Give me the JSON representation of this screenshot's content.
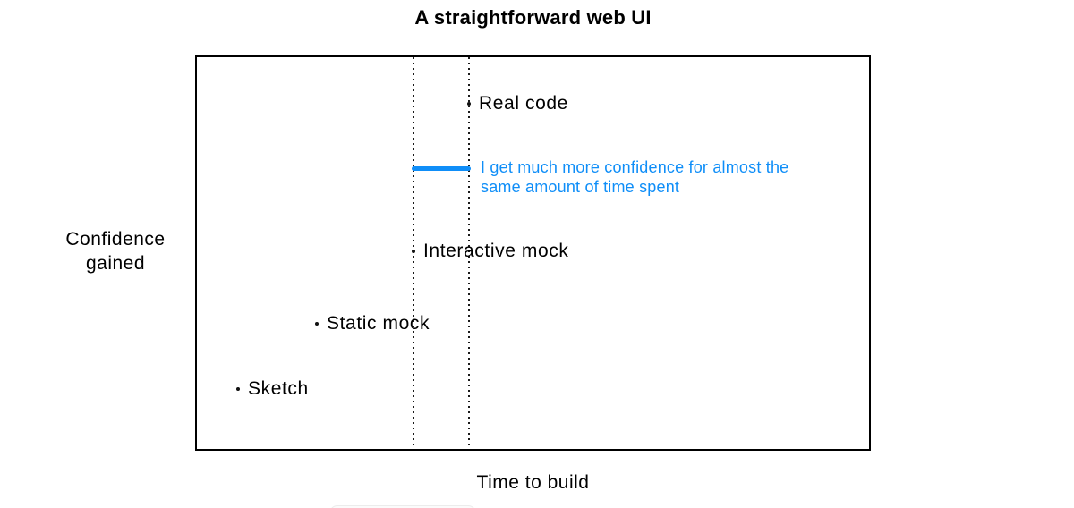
{
  "title": "A straightforward web UI",
  "axes": {
    "y_label_lines": [
      "Confidence",
      "gained"
    ],
    "x_label": "Time to build"
  },
  "annotation": {
    "lines": [
      "I get much more confidence for almost the",
      "same amount of time spent"
    ],
    "text": "I get much more confidence for almost the same amount of time spent",
    "color": "#0f8ef8"
  },
  "chart_data": {
    "type": "scatter",
    "title": "A straightforward web UI",
    "xlabel": "Time to build",
    "ylabel": "Confidence gained",
    "axis_ticks": "none (conceptual axes, unlabeled ranges)",
    "grid": false,
    "points": [
      {
        "label": "Sketch",
        "x": 0.06,
        "y": 0.16
      },
      {
        "label": "Static mock",
        "x": 0.18,
        "y": 0.32
      },
      {
        "label": "Interactive mock",
        "x": 0.32,
        "y": 0.5
      },
      {
        "label": "Real code",
        "x": 0.41,
        "y": 0.88
      }
    ],
    "guides": [
      {
        "type": "vline",
        "x": 0.32,
        "style": "dotted",
        "color": "#1a1a1a"
      },
      {
        "type": "vline",
        "x": 0.41,
        "style": "dotted",
        "color": "#1a1a1a"
      }
    ],
    "annotation_segment": {
      "from_x": 0.32,
      "to_x": 0.41,
      "y": 0.72,
      "color": "#0f8ef8",
      "text": "I get much more confidence for almost the same amount of time spent"
    }
  }
}
